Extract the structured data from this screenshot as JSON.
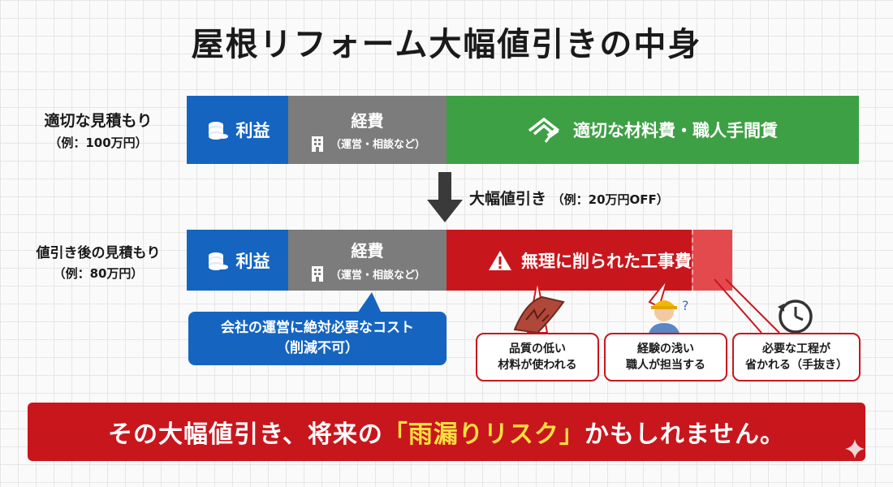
{
  "title": "屋根リフォーム大幅値引きの中身",
  "row_top": {
    "label": "適切な見積もり",
    "sublabel": "（例：100万円）",
    "profit": "利益",
    "expense": "経費",
    "expense_sub": "（運営・相談など）",
    "material": "適切な材料費・職人手間賃"
  },
  "discount": {
    "label": "大幅値引き",
    "example": "（例：20万円OFF）"
  },
  "row_bottom": {
    "label": "値引き後の見積もり",
    "sublabel": "（例：80万円）",
    "profit": "利益",
    "expense": "経費",
    "expense_sub": "（運営・相談など）",
    "cut": "無理に削られた工事費"
  },
  "cost_note": {
    "line1": "会社の運営に絶対必要なコスト",
    "line2": "（削減不可）"
  },
  "risks": [
    {
      "line1": "品質の低い",
      "line2": "材料が使われる"
    },
    {
      "line1": "経験の浅い",
      "line2": "職人が担当する"
    },
    {
      "line1": "必要な工程が",
      "line2": "省かれる（手抜き）"
    }
  ],
  "banner": {
    "before": "その大幅値引き、将来の",
    "highlight": "「雨漏りリスク」",
    "after": "かもしれません。"
  },
  "colors": {
    "profit": "#1565c0",
    "expense": "#7c7c7c",
    "material": "#3ea045",
    "cut": "#c8161d",
    "highlight": "#ffe040"
  }
}
